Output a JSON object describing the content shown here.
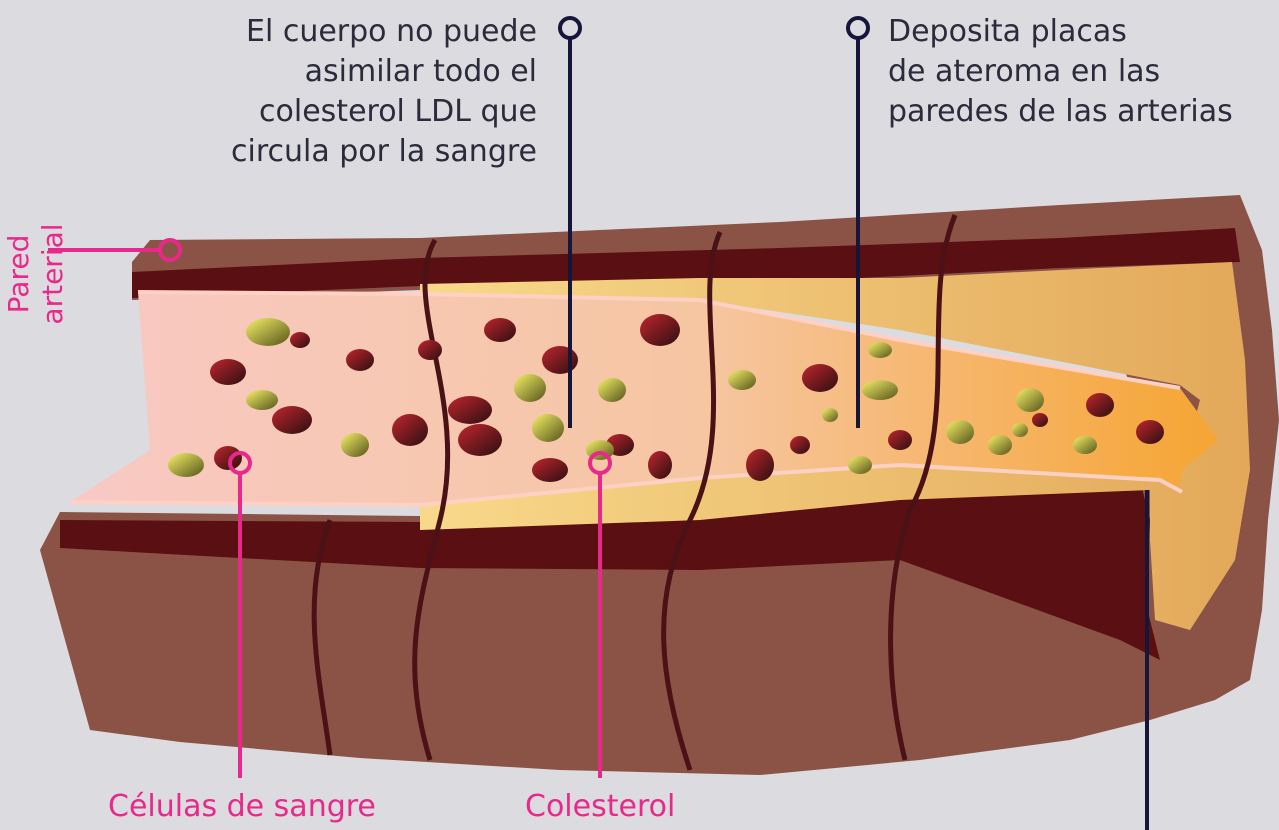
{
  "labels": {
    "cuerpo": [
      "El cuerpo no puede",
      "asimilar todo el",
      "colesterol LDL que",
      "circula por la sangre"
    ],
    "deposita": [
      "Deposita placas",
      "de ateroma en las",
      "paredes de las arterias"
    ],
    "celulas": "Células de sangre",
    "colesterol": "Colesterol",
    "pared": "Pared arterial"
  },
  "colors": {
    "background": "#dcdbe0",
    "callout_pink": "#e8288a",
    "callout_navy": "#16163a",
    "outer_wall": "#8b5346",
    "inner_wall": "#5a0f12",
    "lumen": "#f7c7c0",
    "plaque": "#f6c766"
  }
}
